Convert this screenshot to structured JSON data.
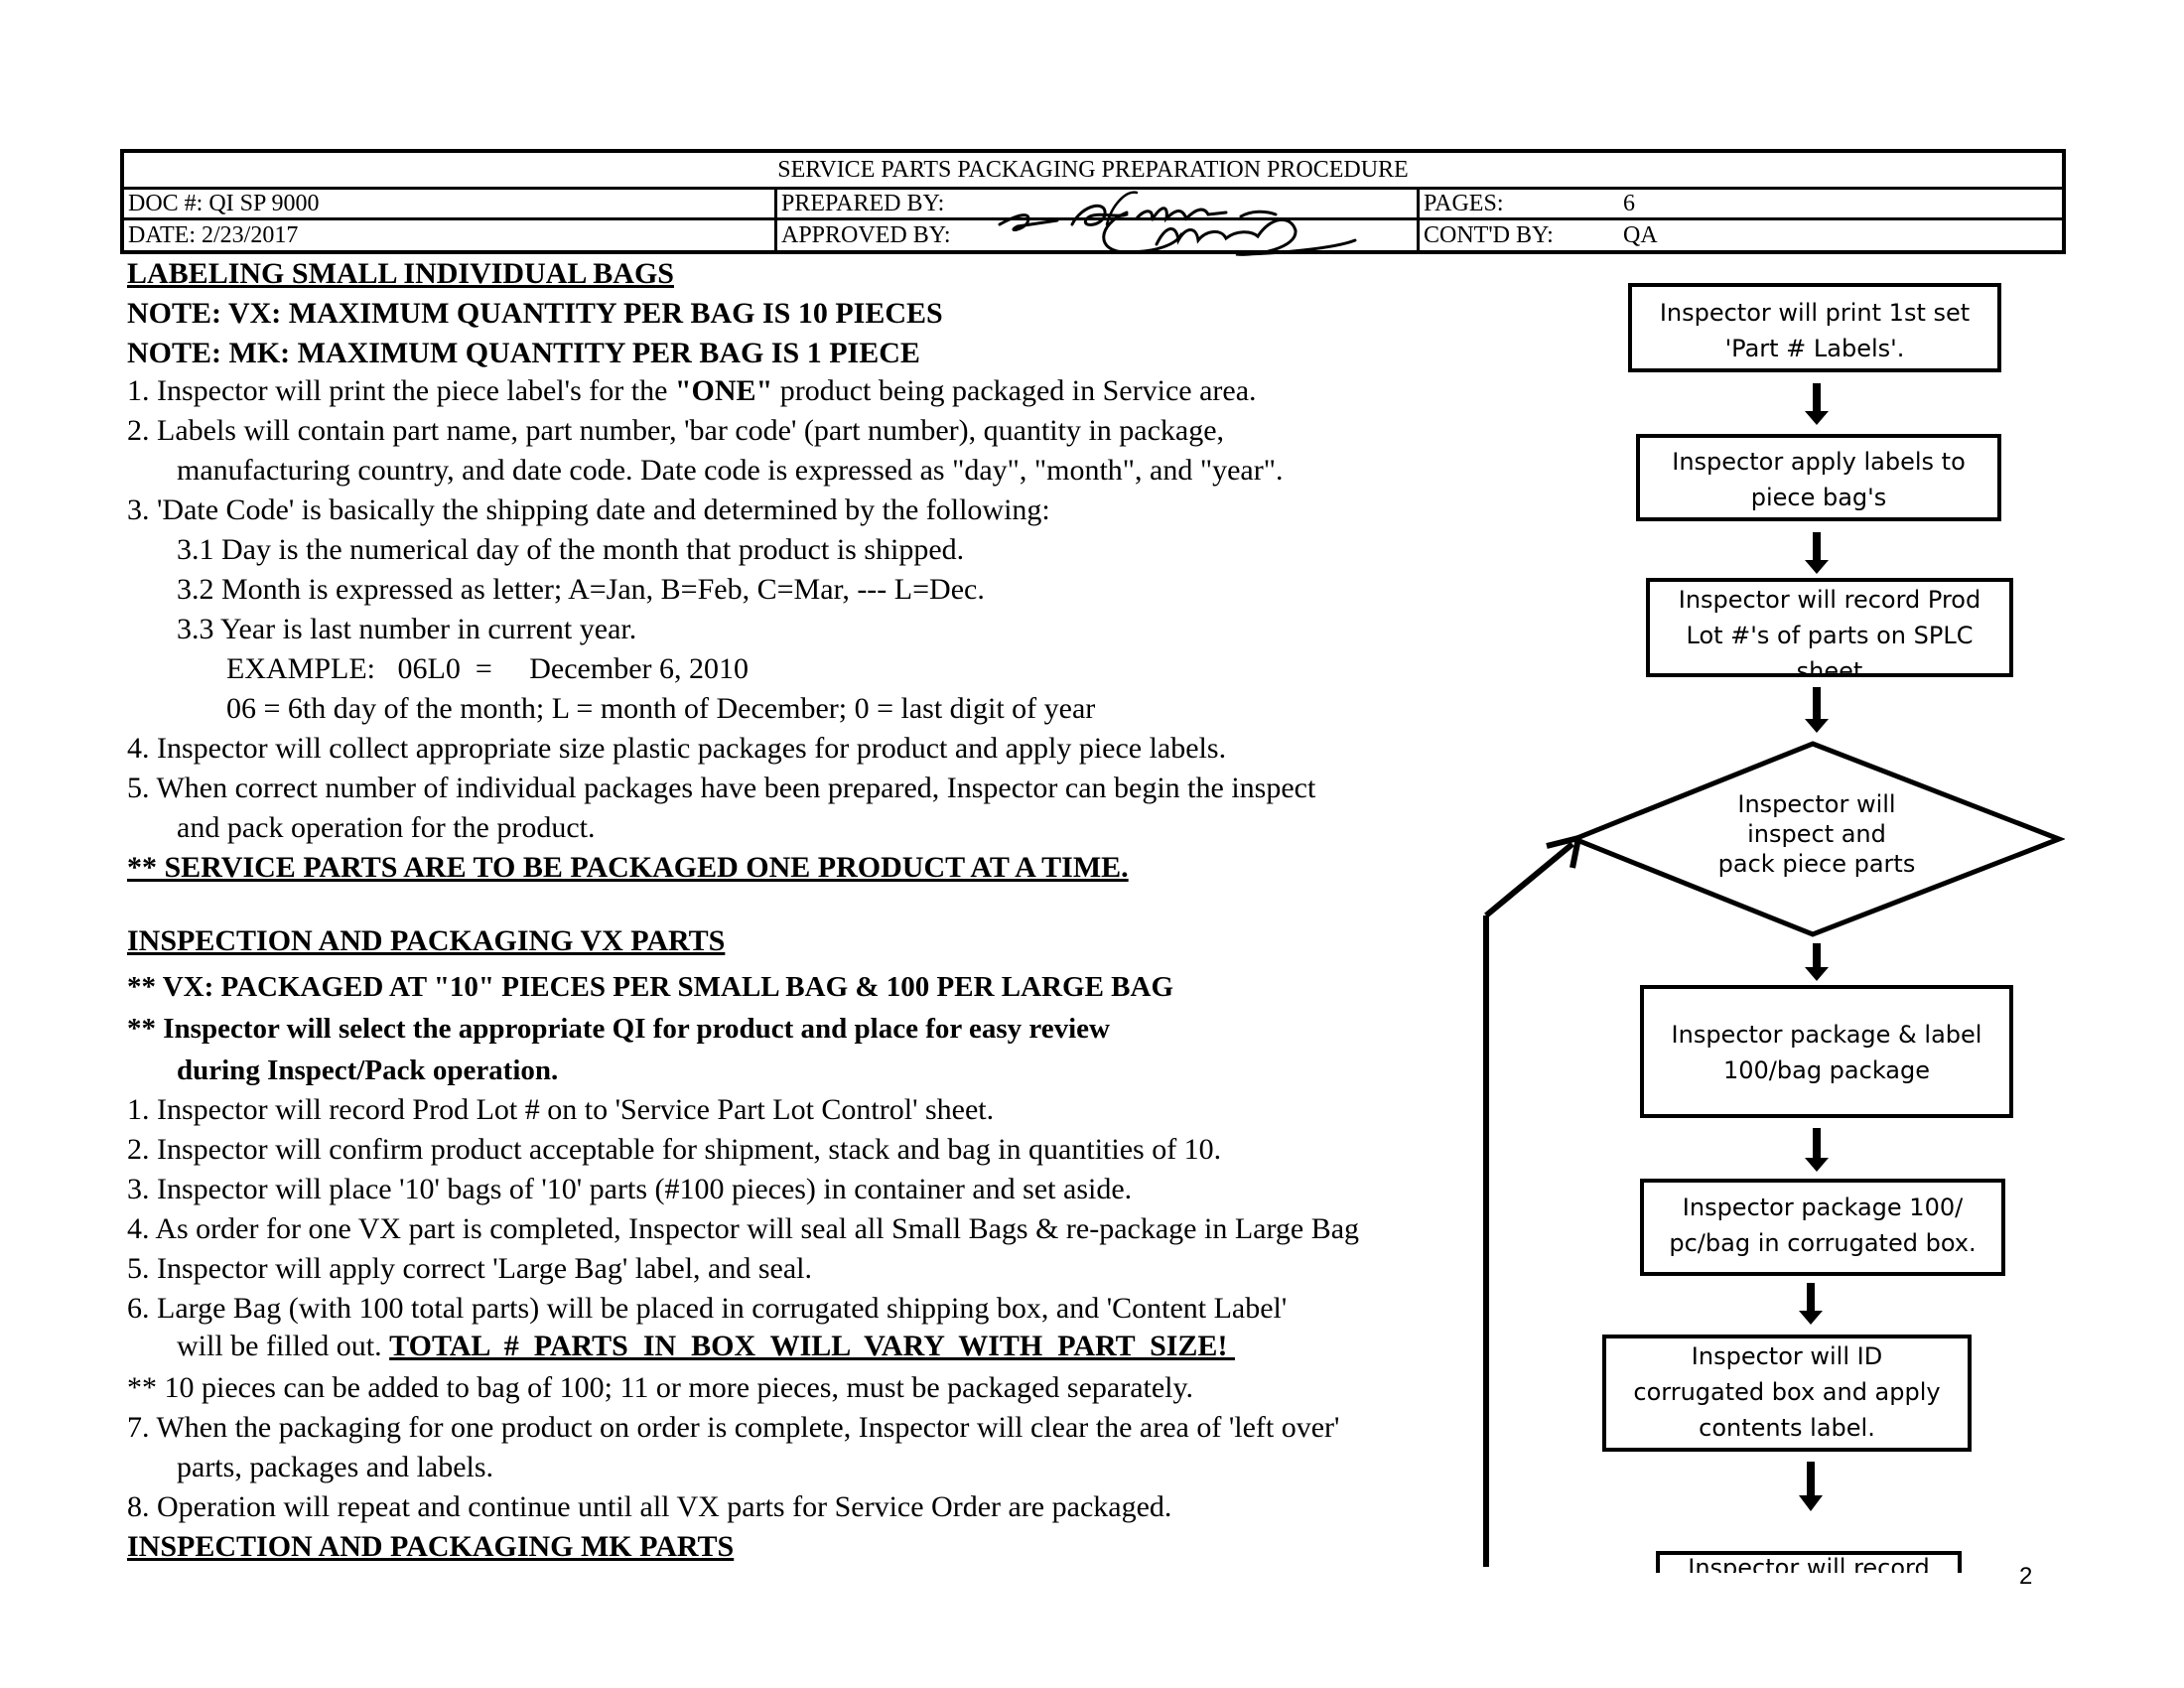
{
  "header": {
    "title": "SERVICE PARTS PACKAGING PREPARATION PROCEDURE",
    "doc_label": "DOC #:",
    "doc_value": "QI  SP  9000",
    "date_label": "DATE:",
    "date_value": "2/23/2017",
    "prepared_label": "PREPARED BY:",
    "approved_label": "APPROVED BY:",
    "pages_label": "PAGES:",
    "pages_value": "6",
    "contd_label": "CONT'D BY:",
    "contd_value": "QA"
  },
  "section1": {
    "heading": "LABELING SMALL INDIVIDUAL BAGS",
    "note1": "NOTE:  VX: MAXIMUM QUANTITY PER BAG IS 10 PIECES",
    "note2": "NOTE:  MK: MAXIMUM QUANTITY PER BAG IS 1 PIECE",
    "item1_pre": "1. Inspector will print the piece label's for the ",
    "item1_bold": "\"ONE\"",
    "item1_post": " product being packaged in Service area.",
    "item2a": "2. Labels will contain part name, part number, 'bar code' (part number), quantity in package,",
    "item2b": "manufacturing country, and date code. Date code is expressed as \"day\", \"month\", and \"year\".",
    "item3": "3.  'Date Code' is basically the shipping date and determined by the following:",
    "item3_1": "3.1  Day is the numerical day of the month that product is shipped.",
    "item3_2": "3.2  Month is expressed as letter; A=Jan, B=Feb, C=Mar, --- L=Dec.",
    "item3_3": "3.3  Year is last number in current year.",
    "example": "EXAMPLE:   06L0  =     December 6, 2010",
    "example_detail": "06 = 6th day of the month;  L = month of December;  0 = last digit of year",
    "item4": "4. Inspector will collect appropriate size plastic packages for product and apply piece labels.",
    "item5a": "5. When correct number of individual packages have been prepared, Inspector can begin the inspect",
    "item5b": "and pack operation for the product.",
    "warning": "**  SERVICE PARTS ARE TO BE PACKAGED ONE PRODUCT AT A TIME."
  },
  "section2": {
    "heading": "INSPECTION AND PACKAGING VX PARTS",
    "bold1": "** VX: PACKAGED AT \"10\" PIECES PER SMALL BAG & 100 PER LARGE BAG",
    "bold2a": "**  Inspector will select the appropriate QI for product and place for easy review",
    "bold2b": "during Inspect/Pack operation.",
    "item1": "1. Inspector will record Prod Lot # on to 'Service Part Lot Control' sheet.",
    "item2": "2. Inspector will confirm product acceptable for shipment, stack and bag in quantities of 10.",
    "item3": "3. Inspector will place '10' bags of '10' parts (#100 pieces) in container and set aside.",
    "item4": "4. As order for one VX part is completed, Inspector will seal all Small Bags & re-package in Large Bag",
    "item5": "5. Inspector will apply correct 'Large Bag' label, and seal.",
    "item6a": "6. Large Bag (with 100 total parts) will be placed in corrugated shipping box, and 'Content Label'",
    "item6b_pre": "will be filled out. ",
    "item6b_ul": "TOTAL  #  PARTS  IN  BOX  WILL  VARY  WITH  PART  SIZE! ",
    "note": "** 10 pieces can be added to bag of 100;  11 or more pieces, must be packaged separately.",
    "item7a": "7. When the packaging for one product on order is complete, Inspector will clear the area of 'left over'",
    "item7b": "parts, packages and labels.",
    "item8": "8.  Operation will repeat and continue until all VX parts for Service Order are packaged."
  },
  "section3": {
    "heading": "INSPECTION AND PACKAGING MK PARTS"
  },
  "flowchart": {
    "box1": [
      "Inspector will print 1st set",
      "'Part # Labels'."
    ],
    "box2": [
      "Inspector apply labels to",
      "piece bag's"
    ],
    "box3": [
      "Inspector will record Prod",
      "Lot #'s  of parts on SPLC",
      "sheet"
    ],
    "diamond": [
      "Inspector will",
      "inspect and",
      "pack piece parts"
    ],
    "box4": [
      "Inspector package & label",
      "100/bag package"
    ],
    "box5": [
      "Inspector package 100/",
      "pc/bag in corrugated box."
    ],
    "box6": [
      "Inspector will ID",
      "corrugated box and apply",
      "contents label."
    ],
    "box7": [
      "Inspector will record"
    ]
  },
  "page_number": "2"
}
